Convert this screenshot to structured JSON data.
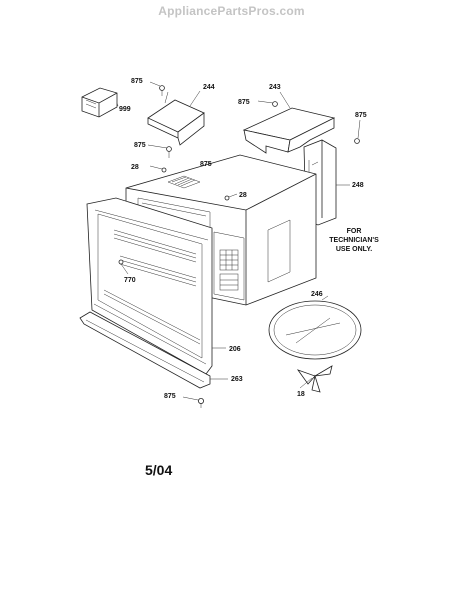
{
  "watermark": "AppliancePartsPros.com",
  "diagram": {
    "callouts": {
      "p999": "999",
      "p875_a": "875",
      "p244": "244",
      "p875_b": "875",
      "p243": "243",
      "p875_c": "875",
      "p875_d": "875",
      "p28_a": "28",
      "p875_e": "875",
      "p28_b": "28",
      "p248": "248",
      "p770": "770",
      "p246": "246",
      "p206": "206",
      "p263": "263",
      "p875_f": "875",
      "p18": "18"
    },
    "note_line1": "FOR",
    "note_line2": "TECHNICIAN'S",
    "note_line3": "USE ONLY.",
    "date_code": "5/04"
  }
}
